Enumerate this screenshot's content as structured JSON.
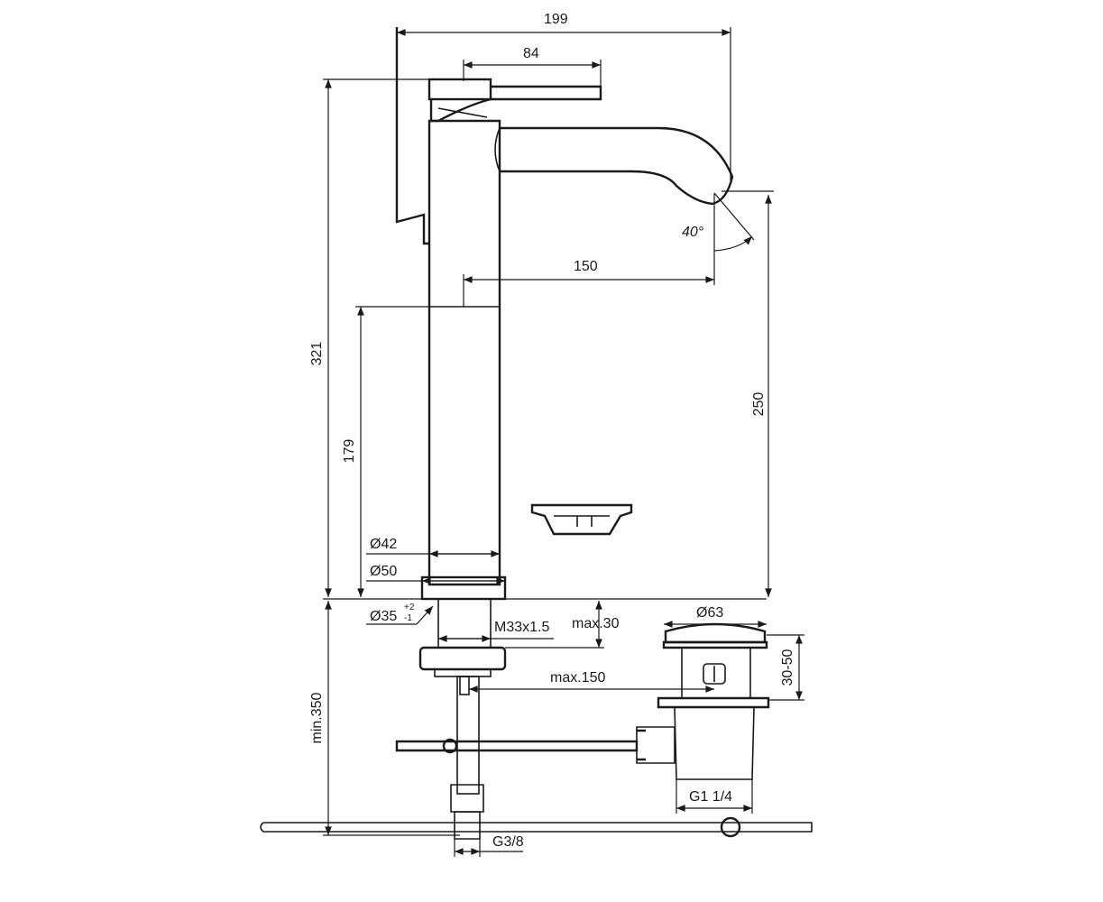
{
  "drawing": {
    "dimensions": {
      "overall_width": "199",
      "lever_length": "84",
      "spout_reach": "150",
      "spout_angle": "40°",
      "overall_height": "321",
      "lower_body_height": "179",
      "spout_outlet_height": "250",
      "body_diameter": "Ø42",
      "base_diameter": "Ø50",
      "hole_diameter": "Ø35",
      "hole_tol_plus": "+2",
      "hole_tol_minus": "-1",
      "thread": "M33x1.5",
      "max_deck_thickness": "max.30",
      "max_waste_distance": "max.150",
      "waste_diameter": "Ø63",
      "waste_range": "30-50",
      "waste_thread": "G1 1/4",
      "min_height_below": "min.350",
      "hose_thread": "G3/8"
    }
  }
}
